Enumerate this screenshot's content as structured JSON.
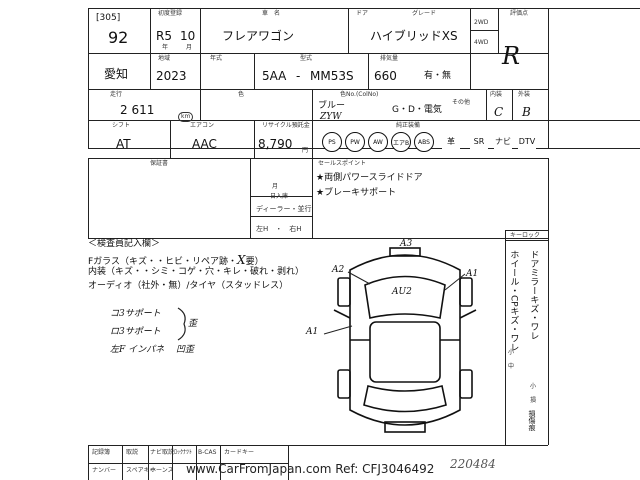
{
  "header": {
    "lot_label": "[305]",
    "lot_number": "92",
    "year_era": "R5",
    "month": "10",
    "car_name": "フレアワゴン",
    "grade": "ハイブリッドXS",
    "score": "R",
    "drive_2wd": "2WD",
    "drive_4wd": "4WD",
    "small_labels": {
      "first_reg": "初度登録",
      "car_name": "車　名",
      "door": "ドア",
      "grade": "グレード",
      "score": "評価点",
      "region": "地域",
      "year": "年式",
      "model": "型式",
      "displacement": "排気量",
      "year_sub": "年",
      "month_sub": "月"
    }
  },
  "row2": {
    "region": "愛知",
    "year": "2023",
    "model_code": "5AA",
    "model_sep": "-",
    "model_number": "MM53S",
    "displacement": "660",
    "inspection": "有・無"
  },
  "row3": {
    "labels": {
      "mileage": "走行",
      "color": "色",
      "color_no": "色No.(ColNo)",
      "interior": "内装",
      "exterior": "外装"
    },
    "mileage": "2 611",
    "mileage_unit": "km",
    "color": "ブルー",
    "color_code": "ZYW",
    "fuel_options": "G・D・電気",
    "fuel_other": "その他",
    "interior_grade": "C",
    "exterior_grade": "B"
  },
  "row4": {
    "labels": {
      "shift": "シフト",
      "aircon": "エアコン",
      "recycle": "リサイクル預託金",
      "equipment": "純正装備"
    },
    "shift": "AT",
    "aircon": "AAC",
    "recycle_fee": "8,790",
    "recycle_unit": "円",
    "options": [
      "PS",
      "PW",
      "AW",
      "エアB",
      "ABS",
      "革",
      "SR",
      "ナビ",
      "DTV"
    ]
  },
  "row5": {
    "labels": {
      "warranty": "保証書",
      "sales_point": "セールスポイント",
      "month": "月",
      "entry": "日入庫"
    },
    "dealer": "ディーラー・並行",
    "steering": "左H　・　右H",
    "sales_points": [
      "★両側パワースライドドア",
      "★ブレーキサポート"
    ]
  },
  "inspector": {
    "title": "＜検査員記入欄＞",
    "glass": "Fガラス（キズ・",
    "glass_tail": "・ヒビ・リペア跡・",
    "glass_x": "X",
    "glass_req": "要",
    "glass_end": "）",
    "interior_line": "内装（キズ・",
    "interior_tail": "・シミ・コゲ・穴・キレ・破れ・剥れ）",
    "audio_line": "オーディオ（社外・無）/タイヤ（スタッドレス）",
    "notes": [
      "コ3サポート",
      "ロ3サポート",
      "左F インパネ"
    ],
    "note_suffix_1": "歪",
    "note_suffix_2": "凹歪"
  },
  "diagram": {
    "marks": [
      "A3",
      "A2",
      "AU2",
      "A1",
      "A1"
    ]
  },
  "side_panel": {
    "label": "キーロック",
    "text_left": "ホイール・CPキズ・ワレ",
    "text_right": "ドアミラーキズ・ワレ",
    "small": [
      "小",
      "中",
      "小",
      "損"
    ],
    "tail": "損傷痕"
  },
  "footer": {
    "labels": [
      "記録簿",
      "取説",
      "ナビ取説",
      "ﾛｯｸﾅﾂﾄ",
      "ﾚﾝﾁ",
      "B-CAS",
      "カードキー"
    ],
    "row2": [
      "ナンバー",
      "スペアキー",
      "ホーンス"
    ],
    "watermark": "www.CarFromJapan.com Ref: CFJ3046492",
    "serial": "220484"
  }
}
